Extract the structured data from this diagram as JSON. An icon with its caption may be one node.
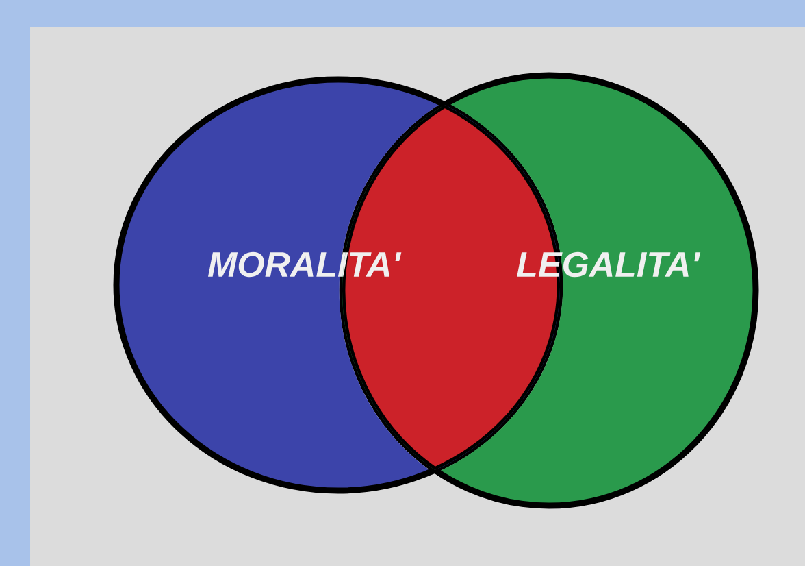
{
  "diagram": {
    "nodes": [
      {
        "text": [
          "MORALITA'"
        ]
      },
      {
        "text": [
          "LEGALITA'"
        ]
      },
      {
        "text": [],
        "shape": "lens"
      }
    ]
  }
}
